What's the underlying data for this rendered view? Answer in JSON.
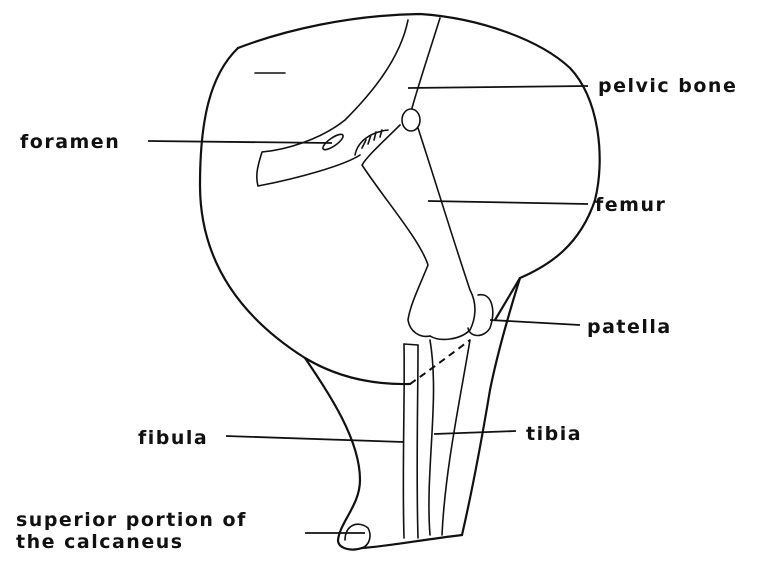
{
  "labels": {
    "pelvic_bone": "pelvic bone",
    "foramen": "foramen",
    "femur": "femur",
    "patella": "patella",
    "fibula": "fibula",
    "tibia": "tibia",
    "calcaneus_line1": "superior portion of",
    "calcaneus_line2": "the calcaneus"
  }
}
